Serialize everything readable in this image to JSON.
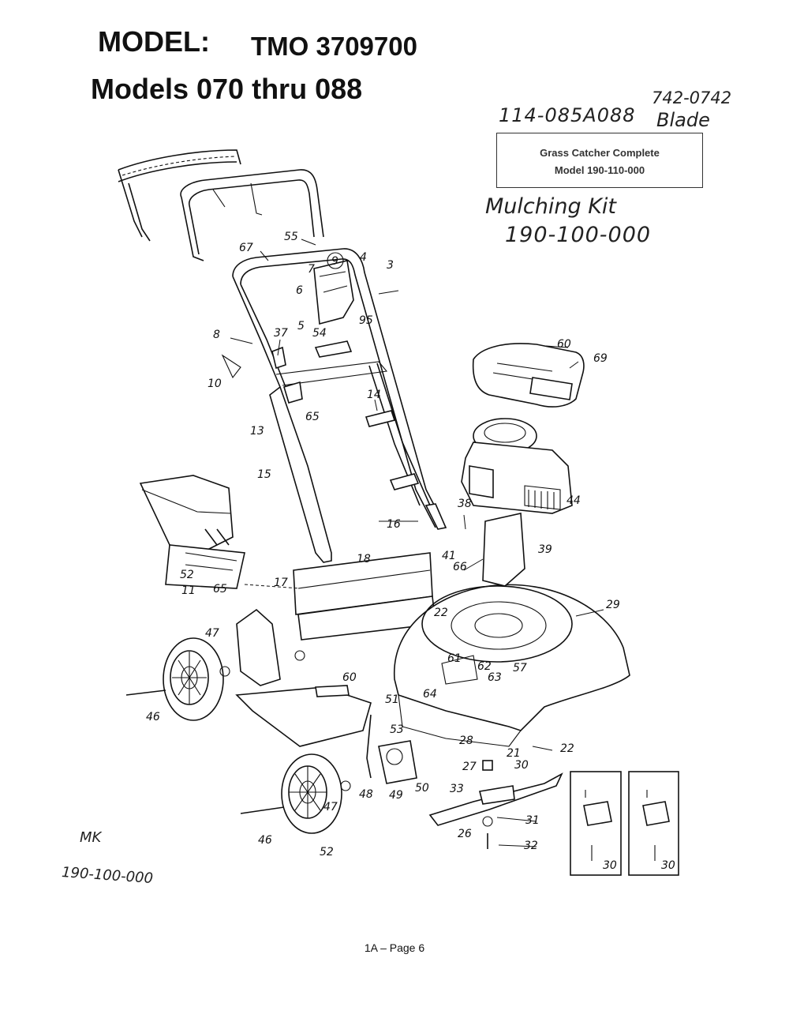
{
  "header": {
    "model_label": "MODEL:",
    "model_number": "TMO 3709700",
    "models_range": "Models 070 thru 088"
  },
  "handwritten": {
    "part_number": "114-085A088",
    "blade_number": "742-0742",
    "blade_word": "Blade",
    "mulching_kit_title": "Mulching Kit",
    "mulching_kit_number": "190-100-000",
    "mk_abbrev": "MK",
    "mk_number": "190-100-000"
  },
  "grass_catcher": {
    "line1": "Grass Catcher Complete",
    "line2": "Model 190-110-000"
  },
  "diagram": {
    "callouts": [
      "67",
      "55",
      "9",
      "7",
      "4",
      "3",
      "6",
      "5",
      "54",
      "95",
      "8",
      "37",
      "10",
      "13",
      "65",
      "14",
      "15",
      "16",
      "38",
      "41",
      "44",
      "39",
      "60",
      "69",
      "66",
      "18",
      "17",
      "11",
      "29",
      "22",
      "61",
      "62",
      "63",
      "64",
      "57",
      "65",
      "52",
      "47",
      "46",
      "60",
      "51",
      "53",
      "28",
      "21",
      "22",
      "27",
      "30",
      "33",
      "31",
      "26",
      "32",
      "50",
      "49",
      "48",
      "47",
      "46",
      "52",
      "30",
      "30"
    ]
  },
  "footer": {
    "page_label": "1A – Page 6"
  }
}
